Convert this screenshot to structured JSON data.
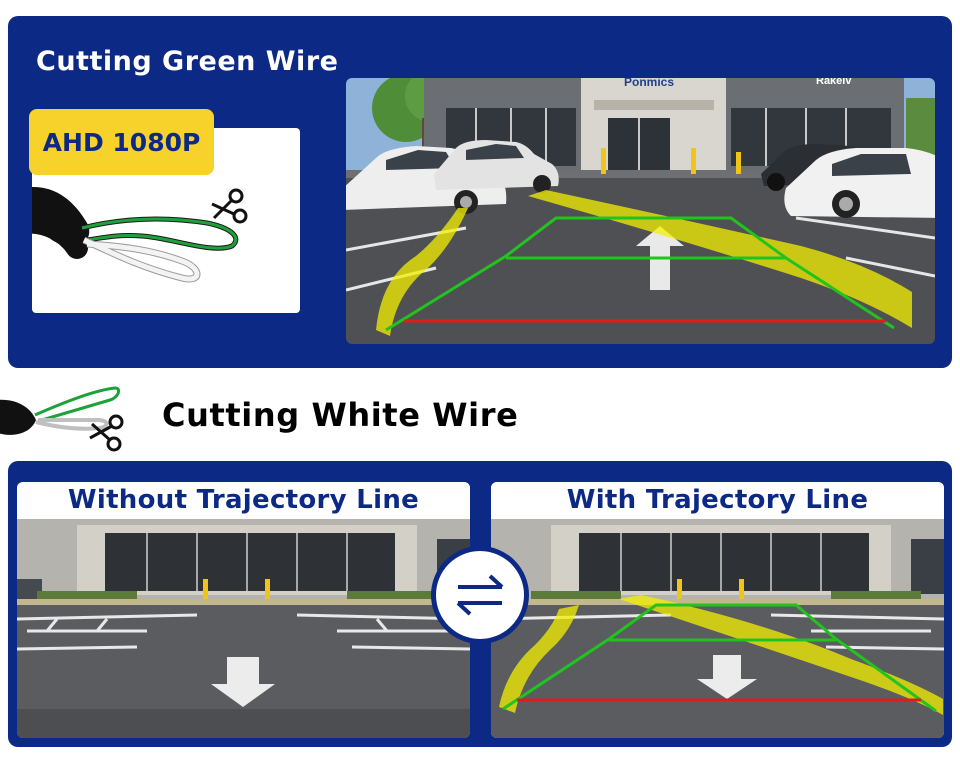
{
  "top_section": {
    "title": "Cutting Green Wire",
    "badge": "AHD 1080P",
    "store_signs": [
      "Ponmics",
      "Rakelv"
    ]
  },
  "middle_section": {
    "title": "Cutting White Wire"
  },
  "bottom_section": {
    "left_title": "Without Trajectory Line",
    "right_title": "With Trajectory Line",
    "swap_icon": "swap-arrows-icon"
  },
  "colors": {
    "panel": "#0c2a85",
    "badge": "#f6d22b",
    "trajectory_yellow": "#f4f000",
    "guide_green": "#22c31e",
    "guide_red": "#e01b1b"
  }
}
